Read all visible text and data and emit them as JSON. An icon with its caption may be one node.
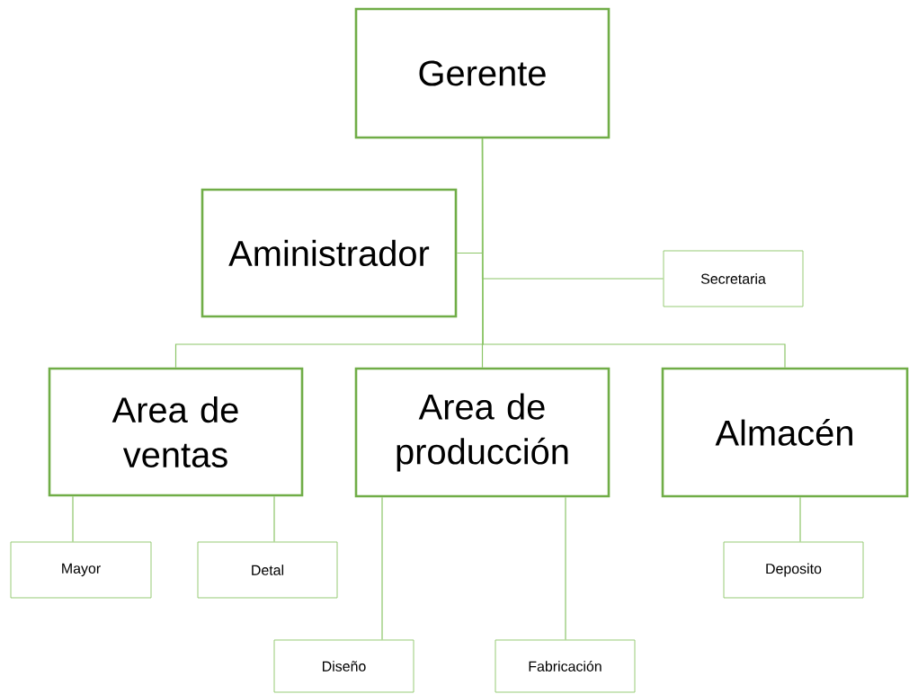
{
  "diagram": {
    "nodes": [
      {
        "text": [
          "Gerente"
        ]
      },
      {
        "text": [
          "Aministrador"
        ]
      },
      {
        "text": [
          "Secretaria"
        ]
      },
      {
        "text": [
          "Area de ventas"
        ]
      },
      {
        "text": [
          "Area de producción"
        ]
      },
      {
        "text": [
          "Almacén"
        ]
      },
      {
        "text": [
          "Mayor"
        ]
      },
      {
        "text": [
          "Detal"
        ]
      },
      {
        "text": [
          "Diseño"
        ]
      },
      {
        "text": [
          "Fabricación"
        ]
      },
      {
        "text": [
          "Deposito"
        ]
      }
    ],
    "edges": [
      {
        "from": 0,
        "to": 1,
        "arrow": "none"
      },
      {
        "from": 0,
        "to": 2,
        "arrow": "none"
      },
      {
        "from": 0,
        "to": 3,
        "arrow": "none"
      },
      {
        "from": 0,
        "to": 4,
        "arrow": "none"
      },
      {
        "from": 0,
        "to": 5,
        "arrow": "none"
      },
      {
        "from": 3,
        "to": 6,
        "arrow": "none"
      },
      {
        "from": 3,
        "to": 7,
        "arrow": "none"
      },
      {
        "from": 4,
        "to": 8,
        "arrow": "none"
      },
      {
        "from": 4,
        "to": 9,
        "arrow": "none"
      },
      {
        "from": 5,
        "to": 10,
        "arrow": "none"
      }
    ]
  }
}
